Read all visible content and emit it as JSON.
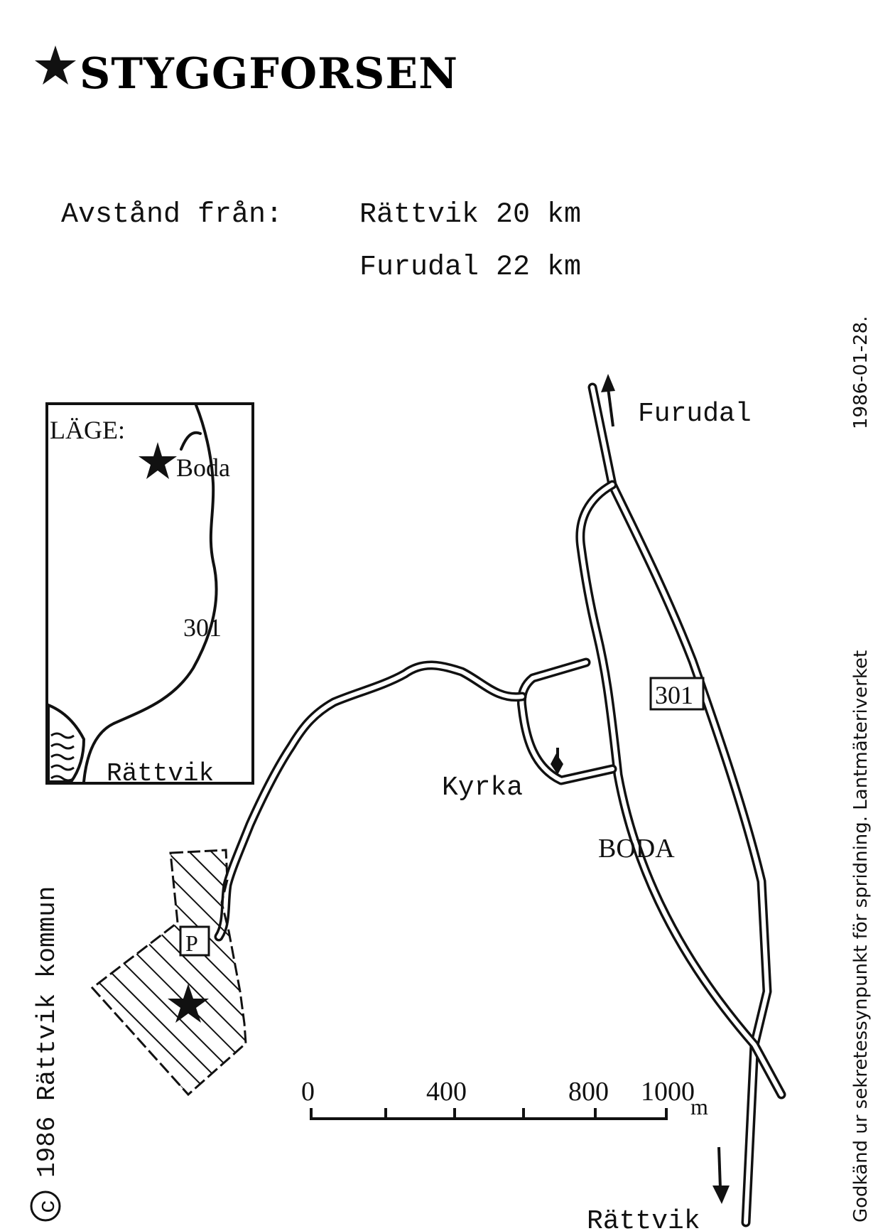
{
  "title": "STYGGFORSEN",
  "distance": {
    "prefix": "Avstånd från:",
    "line1": "Rättvik 20 km",
    "line2": "Furudal 22 km"
  },
  "inset": {
    "heading": "LÄGE:",
    "place_top": "Boda",
    "road_number": "301",
    "place_bottom": "Rättvik"
  },
  "main_map": {
    "north_label": "Furudal",
    "road_number": "301",
    "church_label": "Kyrka",
    "village_label": "BODA",
    "south_label": "Rättvik",
    "parking_label": "P"
  },
  "scale": {
    "ticks": [
      "0",
      "400",
      "800",
      "1000"
    ],
    "unit": "m"
  },
  "margin": {
    "left": "1986 Rättvik kommun",
    "copyright_symbol": "c",
    "right": "Godkänd ur sekretessynpunkt för spridning. Lantmäteriverket",
    "right_date": "1986-01-28."
  },
  "icons": [
    "star-icon",
    "arrow-up-icon",
    "arrow-down-icon",
    "church-icon",
    "parking-icon"
  ]
}
